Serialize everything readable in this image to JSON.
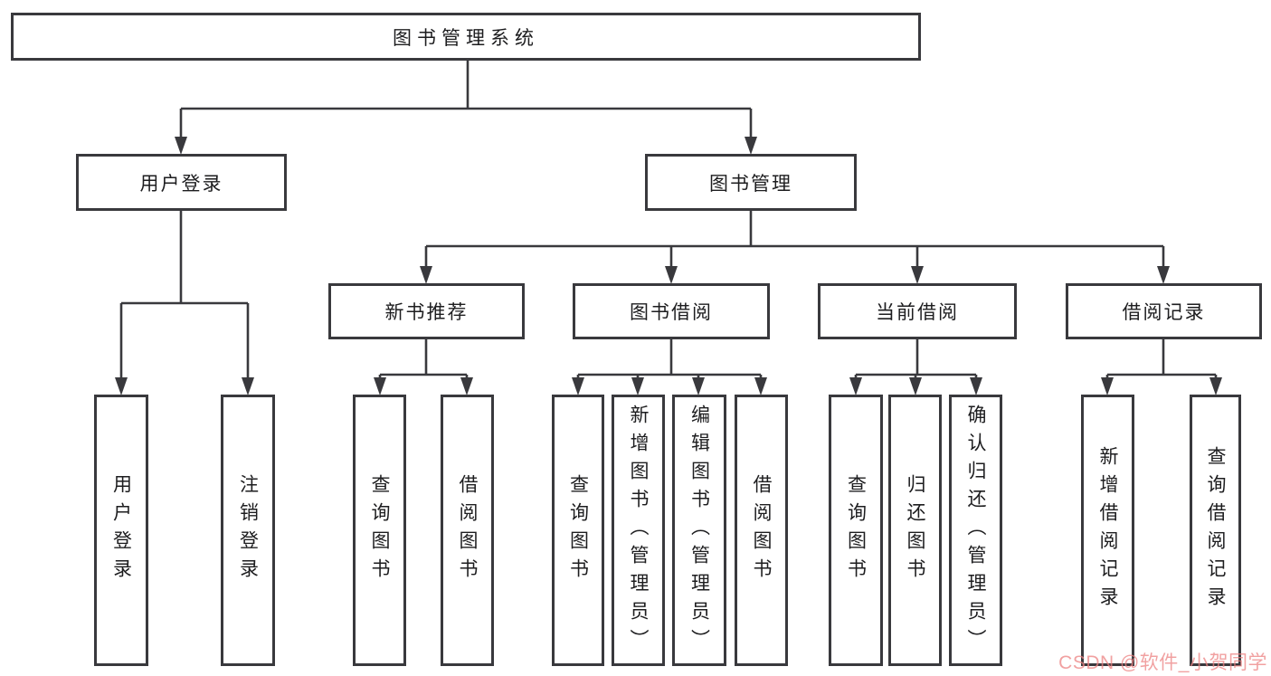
{
  "tree": {
    "label": "图书管理系统",
    "children": [
      {
        "label": "用户登录",
        "children": [
          {
            "label": "用户登录"
          },
          {
            "label": "注销登录"
          }
        ]
      },
      {
        "label": "图书管理",
        "children": [
          {
            "label": "新书推荐",
            "children": [
              {
                "label": "查询图书"
              },
              {
                "label": "借阅图书"
              }
            ]
          },
          {
            "label": "图书借阅",
            "children": [
              {
                "label": "查询图书"
              },
              {
                "label": "新增图书（管理员）"
              },
              {
                "label": "编辑图书（管理员）"
              },
              {
                "label": "借阅图书"
              }
            ]
          },
          {
            "label": "当前借阅",
            "children": [
              {
                "label": "查询图书"
              },
              {
                "label": "归还图书"
              },
              {
                "label": "确认归还（管理员）"
              }
            ]
          },
          {
            "label": "借阅记录",
            "children": [
              {
                "label": "新增借阅记录"
              },
              {
                "label": "查询借阅记录"
              }
            ]
          }
        ]
      }
    ]
  },
  "watermark": {
    "text": "CSDN @软件_小贺同学"
  },
  "colors": {
    "line": "#39393d",
    "text": "#1d1d1f",
    "watermark": "#ec8282",
    "background": "#ffffff"
  }
}
